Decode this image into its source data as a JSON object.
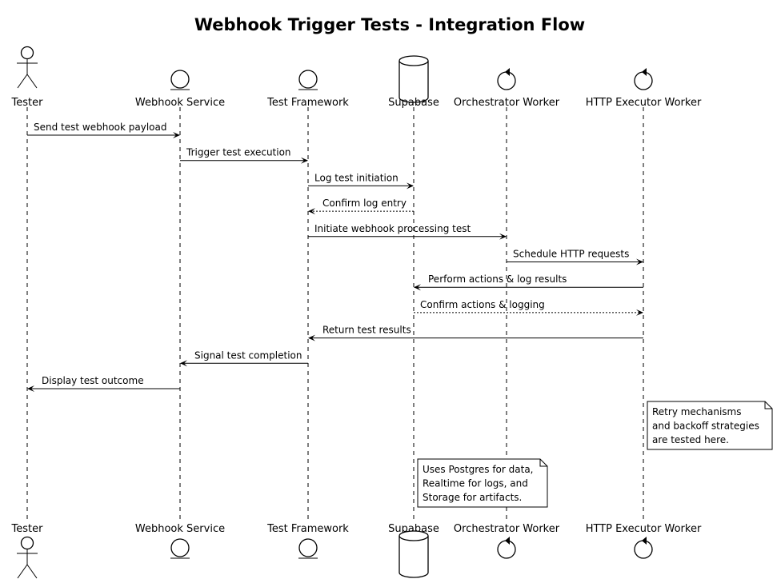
{
  "title": "Webhook Trigger Tests - Integration Flow",
  "participants": [
    {
      "id": "tester",
      "label": "Tester",
      "kind": "actor"
    },
    {
      "id": "webhook",
      "label": "Webhook Service",
      "kind": "entity"
    },
    {
      "id": "framework",
      "label": "Test Framework",
      "kind": "entity"
    },
    {
      "id": "supabase",
      "label": "Supabase",
      "kind": "database"
    },
    {
      "id": "orchestrator",
      "label": "Orchestrator Worker",
      "kind": "control"
    },
    {
      "id": "http",
      "label": "HTTP Executor Worker",
      "kind": "control"
    }
  ],
  "messages": [
    {
      "from": "tester",
      "to": "webhook",
      "label": "Send test webhook payload",
      "style": "solid"
    },
    {
      "from": "webhook",
      "to": "framework",
      "label": "Trigger test execution",
      "style": "solid"
    },
    {
      "from": "framework",
      "to": "supabase",
      "label": "Log test initiation",
      "style": "solid"
    },
    {
      "from": "supabase",
      "to": "framework",
      "label": "Confirm log entry",
      "style": "dashed"
    },
    {
      "from": "framework",
      "to": "orchestrator",
      "label": "Initiate webhook processing test",
      "style": "solid"
    },
    {
      "from": "orchestrator",
      "to": "http",
      "label": "Schedule HTTP requests",
      "style": "solid"
    },
    {
      "from": "http",
      "to": "supabase",
      "label": "Perform actions & log results",
      "style": "solid"
    },
    {
      "from": "supabase",
      "to": "http",
      "label": "Confirm actions & logging",
      "style": "dashed"
    },
    {
      "from": "http",
      "to": "framework",
      "label": "Return test results",
      "style": "solid"
    },
    {
      "from": "framework",
      "to": "webhook",
      "label": "Signal test completion",
      "style": "solid"
    },
    {
      "from": "webhook",
      "to": "tester",
      "label": "Display test outcome",
      "style": "solid"
    }
  ],
  "notes": [
    {
      "over": "http",
      "lines": [
        "Retry mechanisms",
        "and backoff strategies",
        "are tested here."
      ]
    },
    {
      "over": "supabase",
      "lines": [
        "Uses Postgres for data,",
        "Realtime for logs, and",
        "Storage for artifacts."
      ]
    }
  ]
}
